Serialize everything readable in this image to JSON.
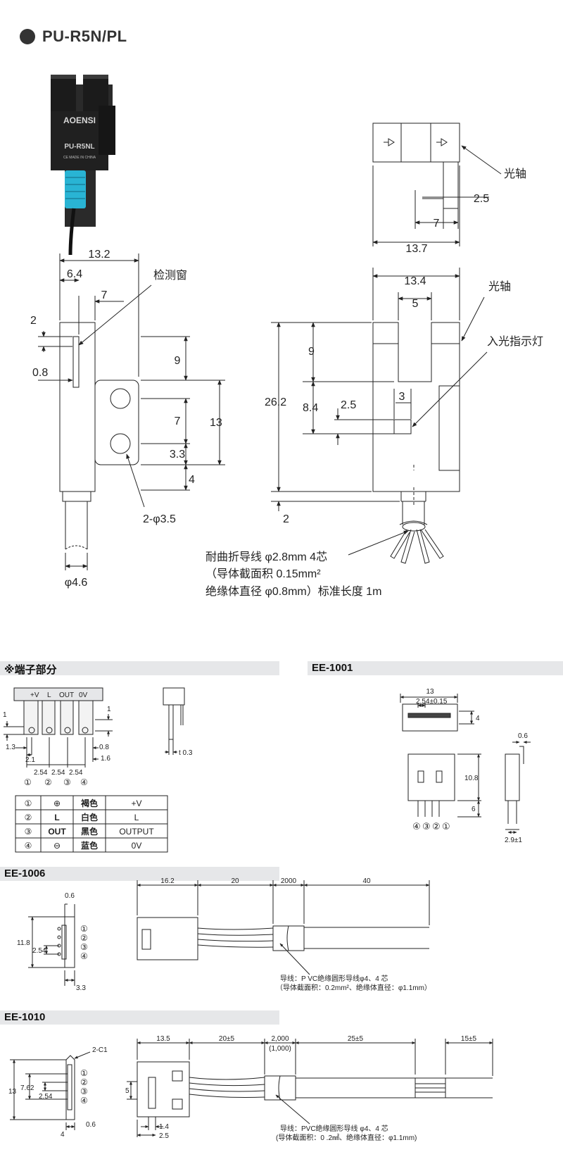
{
  "model": "PU-R5N/PL",
  "photo": {
    "brand": "AOENSI",
    "model": "PU-R5NL",
    "origin": "CE  MADE IN CHINA"
  },
  "colors": {
    "ink": "#222222",
    "sensor_body": "#1c1c1c",
    "cable_blue": "#29b4d4",
    "bar": "#e6e7e9"
  },
  "drawing1": {
    "dims": {
      "w13_2": "13.2",
      "w6_4": "6.4",
      "w7": "7",
      "d2": "2",
      "d0_8": "0.8",
      "d9": "9",
      "d7": "7",
      "d13": "13",
      "d3_3": "3.3",
      "d4": "4",
      "holes": "2-φ3.5",
      "cable_dia": "φ4.6"
    },
    "labels": {
      "window": "检测窗"
    }
  },
  "drawing2": {
    "dims": {
      "d13_4": "13.4",
      "d5": "5",
      "d26_2": "26.2",
      "d9": "9",
      "d8_4": "8.4",
      "d2_5": "2.5",
      "d3": "3",
      "d2": "2"
    },
    "labels": {
      "axis": "光轴",
      "indicator": "入光指示灯"
    }
  },
  "top_view": {
    "dims": {
      "d2_5": "2.5",
      "d7": "7",
      "d13_7": "13.7"
    },
    "labels": {
      "axis": "光轴"
    }
  },
  "cable_note": [
    "耐曲折导线 φ2.8mm  4芯",
    "（导体截面积 0.15mm²",
    "绝缘体直径 φ0.8mm）标准长度 1m"
  ],
  "sections": {
    "terminal": "※端子部分",
    "ee1001": "EE-1001",
    "ee1006": "EE-1006",
    "ee1010": "EE-1010"
  },
  "terminal": {
    "pins": [
      "+V",
      "L",
      "OUT",
      "0V"
    ],
    "dims": {
      "d1a": "1",
      "d1b": "1",
      "d1_3": "1.3",
      "d0_8": "0.8",
      "d2_1": "2.1",
      "d1_6": "1.6",
      "pitch": [
        "2.54",
        "2.54",
        "2.54"
      ],
      "t": "t 0.3"
    },
    "nums": [
      "①",
      "②",
      "③",
      "④"
    ],
    "table": [
      {
        "no": "①",
        "sym": "⊕",
        "color": "褐色",
        "signal": "+V"
      },
      {
        "no": "②",
        "sym": "L",
        "color": "白色",
        "signal": "L"
      },
      {
        "no": "③",
        "sym": "OUT",
        "color": "黑色",
        "signal": "OUTPUT"
      },
      {
        "no": "④",
        "sym": "⊖",
        "color": "蓝色",
        "signal": "0V"
      }
    ]
  },
  "ee1001": {
    "dims": {
      "d13": "13",
      "d2_54": "2.54±0.15",
      "d4": "4",
      "d0_6": "0.6",
      "d10_8": "10.8",
      "d6": "6",
      "d2_9": "2.9±1"
    },
    "nums": [
      "④",
      "③",
      "②",
      "①"
    ]
  },
  "ee1006": {
    "dims": {
      "d0_6": "0.6",
      "d11_8": "11.8",
      "d2_54": "2.54",
      "d3_3": "3.3",
      "d16_2": "16.2",
      "d20": "20",
      "d2000": "2000",
      "d40": "40"
    },
    "nums": [
      "①",
      "②",
      "③",
      "④"
    ],
    "note": [
      "导线：P VC绝缘圆形导线φ4、4  芯",
      "（导体截面积：0.2mm²、绝缘体直径：φ1.1mm）"
    ]
  },
  "ee1010": {
    "dims": {
      "c1": "2-C1",
      "d13": "13",
      "d7_62": "7.62",
      "d2_54": "2.54",
      "d4": "4",
      "d0_6": "0.6",
      "d13_5": "13.5",
      "d20": "20±5",
      "d2000": "2,000",
      "d1000": "(1,000)",
      "d25": "25±5",
      "d15": "15±5",
      "d5": "5",
      "d1_4": "1.4",
      "d2_5": "2.5"
    },
    "nums": [
      "①",
      "②",
      "③",
      "④"
    ],
    "note": [
      "导线：PVC绝缘圆形导线  φ4、4 芯",
      "(导体截面积：0 .2㎟、绝缘体直径：φ1.1mm)"
    ]
  }
}
